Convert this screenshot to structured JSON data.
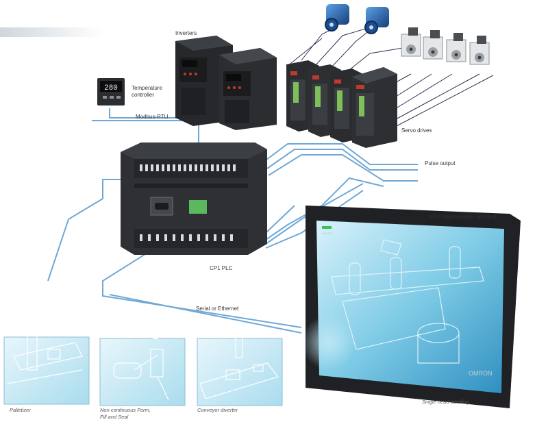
{
  "labels": {
    "inverters": "Inverters",
    "temperature_controller_line1": "Temperature",
    "temperature_controller_line2": "controller",
    "modbus": "Modbus-RTU",
    "servo_drives": "Servo drives",
    "pulse_output": "Pulse output",
    "nb_terminal": "NB Programmable Terminal",
    "cp1_plc": "CP1 PLC",
    "serial_ethernet": "Serial or Ethernet",
    "temp_display_value": "280",
    "brand": "OMRON",
    "power": "POWER"
  },
  "applications": [
    {
      "line1": "Palletizer",
      "line2": ""
    },
    {
      "line1": "Non continuous Form,",
      "line2": "Fill and Seal"
    },
    {
      "line1": "Conveyor diverter",
      "line2": ""
    },
    {
      "line1": "Single head labelling",
      "line2": ""
    }
  ],
  "colors": {
    "cable": "#6fa8d6",
    "cable_dark": "#3a6fa8",
    "device_dark": "#2b2d30",
    "device_panel": "#3c3f44",
    "accent_red": "#c0392b",
    "motor_blue": "#1f5fb0",
    "screen_cyan": "#8fd3ea"
  },
  "icons": [
    "temperature-controller-icon",
    "inverter-icon",
    "servo-drive-icon",
    "servo-motor-icon",
    "plc-icon",
    "hmi-terminal-icon"
  ]
}
